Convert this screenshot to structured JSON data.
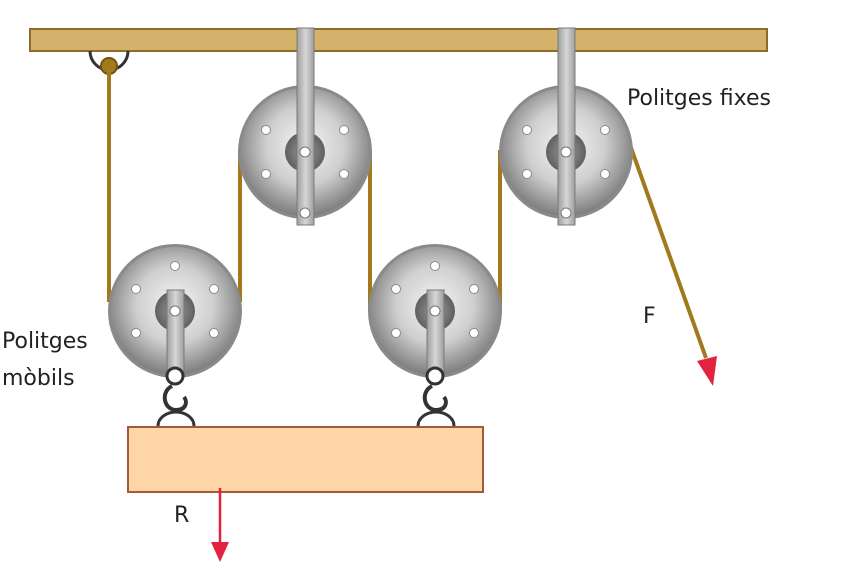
{
  "labels": {
    "fixed_pulleys": "Politges fixes",
    "mobile_pulleys_line1": "Politges",
    "mobile_pulleys_line2": "mòbils",
    "force": "F",
    "resistance": "R"
  },
  "colors": {
    "beam": "#d4b26b",
    "rope": "#a07a1c",
    "pulley": "#b5b5b5",
    "strap": "#c2c2c2",
    "load": "#fdd5a6",
    "arrow": "#e3223f"
  }
}
